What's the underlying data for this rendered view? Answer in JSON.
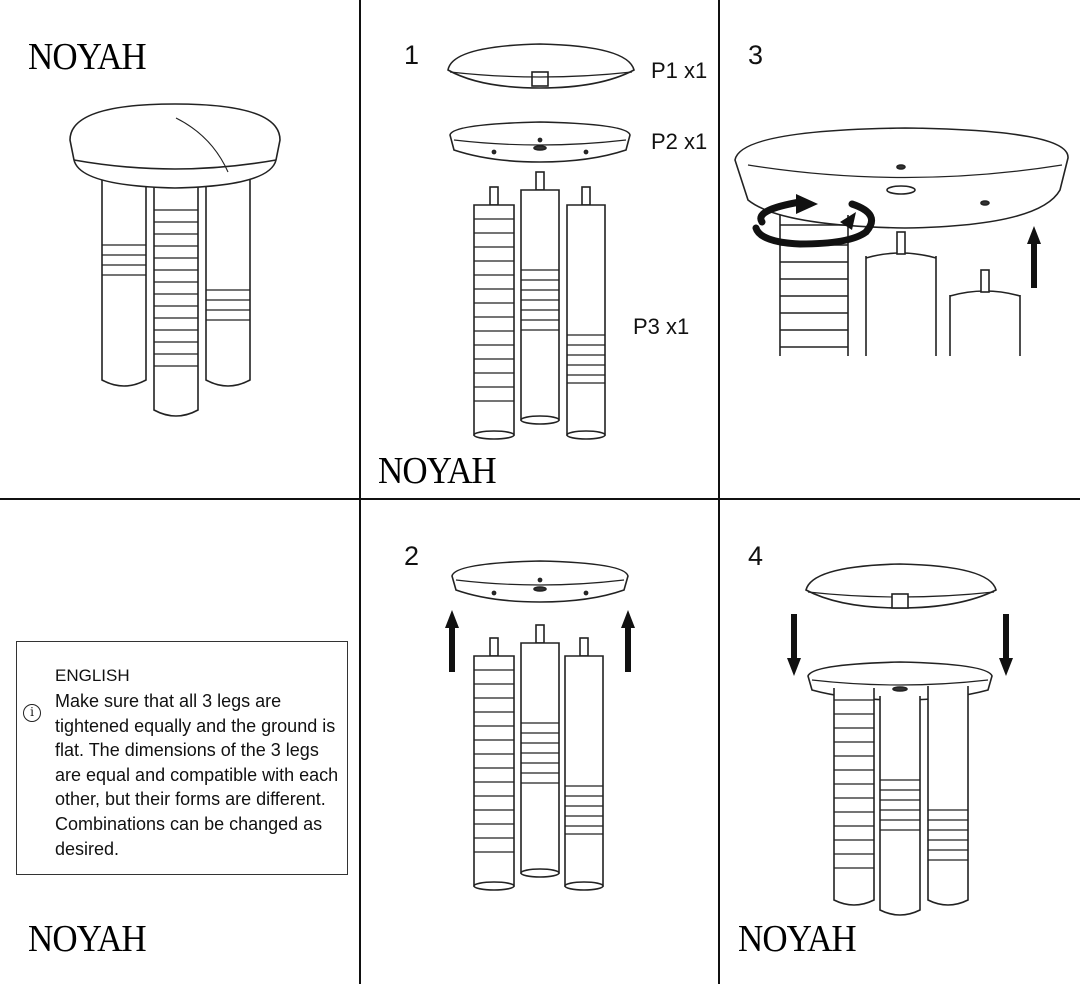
{
  "brand": "NOYAH",
  "steps": [
    "1",
    "2",
    "3",
    "4"
  ],
  "parts": {
    "p1": "P1 x1",
    "p2": "P2 x1",
    "p3": "P3 x1"
  },
  "note": {
    "icon": "info-icon",
    "language": "ENGLISH",
    "text": "Make sure that all 3 legs are tightened equally and the ground is flat. The dimensions of the 3 legs are equal and compatible with each other, but their forms are different. Combinations can be changed as desired."
  },
  "colors": {
    "line": "#111111",
    "background": "#ffffff"
  }
}
